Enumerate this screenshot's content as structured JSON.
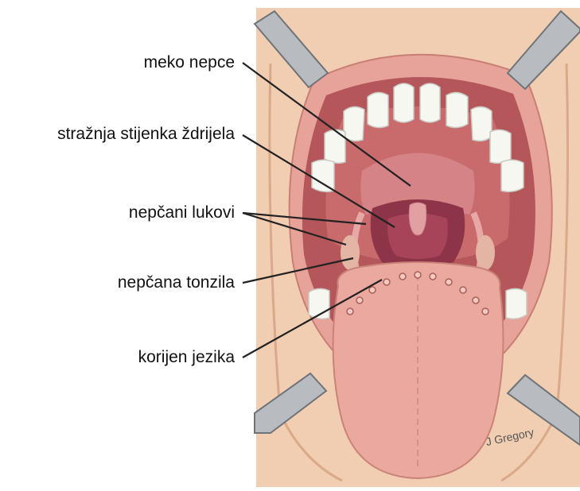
{
  "labels": {
    "soft_palate": "meko nepce",
    "posterior_pharyngeal_wall": "stražnja stijenka ždrijela",
    "palatal_arches": "nepčani lukovi",
    "palatine_tonsil": "nepčana tonzila",
    "tongue_root": "korijen jezika"
  },
  "signature": "J Gregory"
}
